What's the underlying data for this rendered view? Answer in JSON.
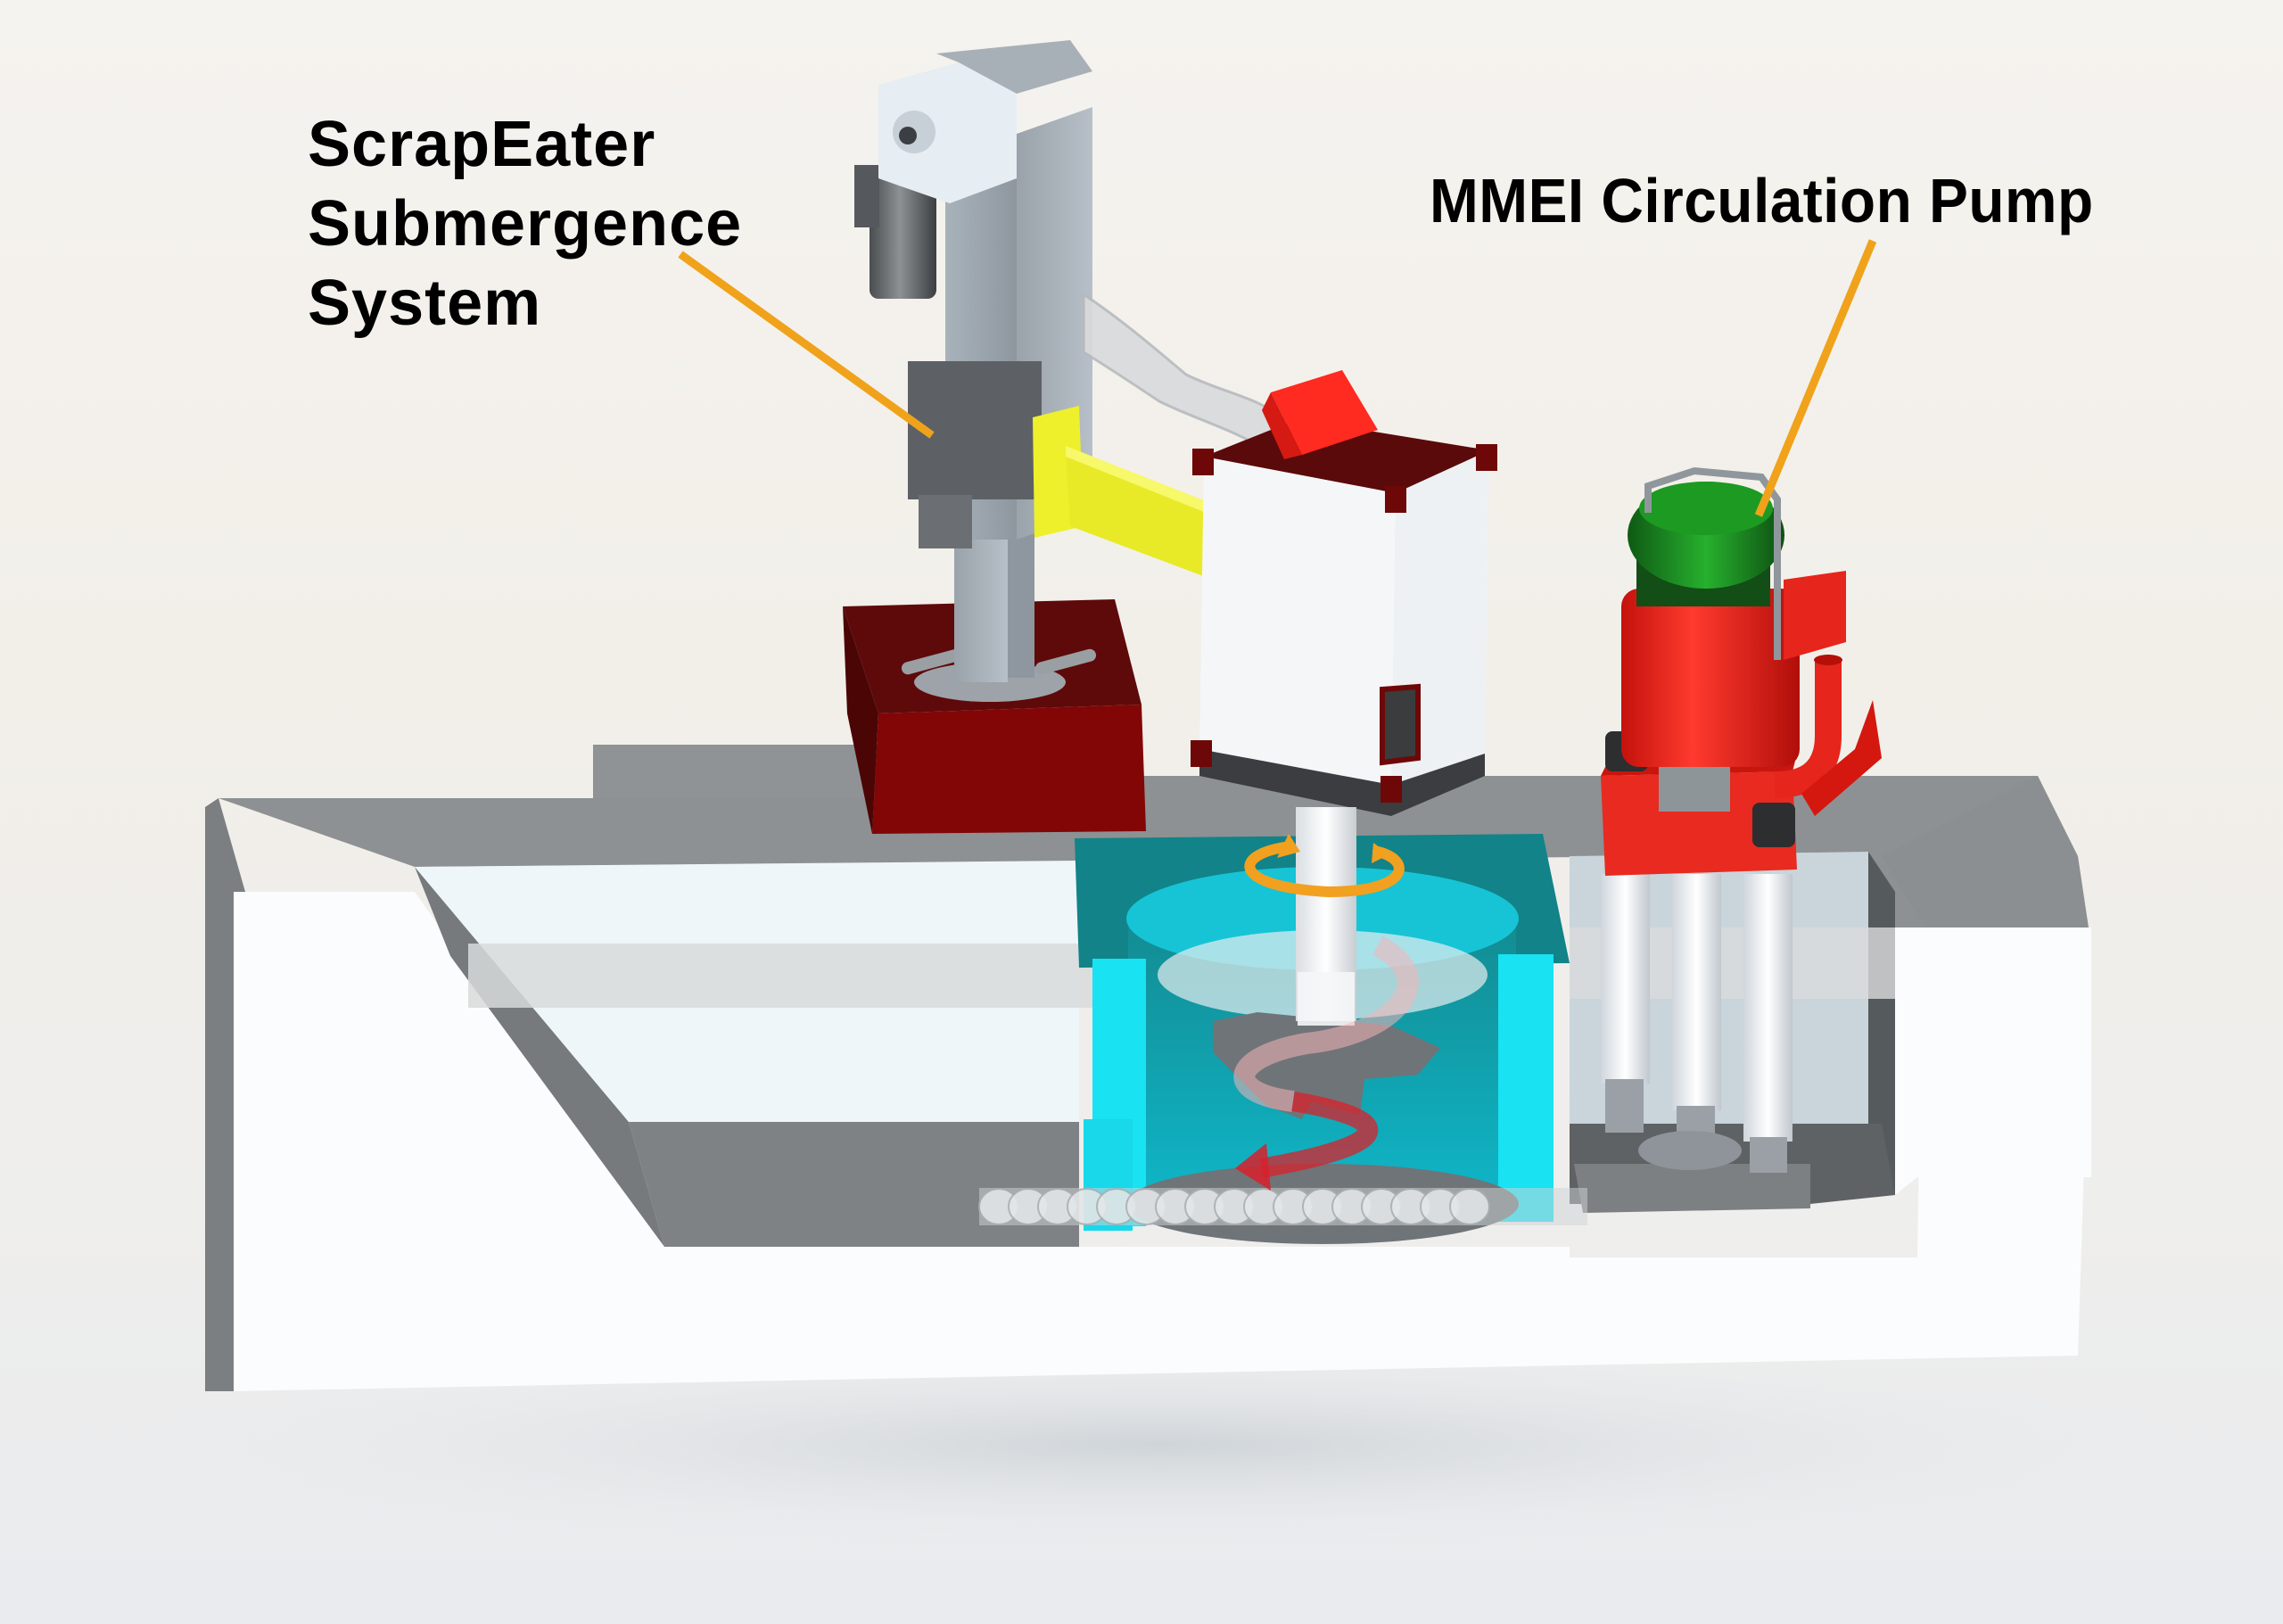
{
  "diagram": {
    "title": "ScrapEater Submergence System and MMEI Circulation Pump installation",
    "callouts": [
      {
        "id": "scrapeater",
        "lines": [
          "ScrapEater",
          "Submergence",
          "System"
        ],
        "leader_color": "#f0a21b"
      },
      {
        "id": "pump",
        "text": "MMEI Circulation Pump",
        "leader_color": "#f0a21b"
      }
    ],
    "components": {
      "column": "Vertical lift column with gear motor",
      "gear_motor": "Gear motor",
      "base": "Rotating base (dark red)",
      "arm": "Yellow support arm",
      "chute": "Transparent feed chute",
      "housing": "White submergence housing with red lid",
      "shaft": "Rotating shaft",
      "vortex_well": "Cyan vortex well",
      "impeller": "Impeller",
      "rotation_arrow": "Orange rotation arrow",
      "flow_arrow": "Red downward spiral flow arrow",
      "scrap_stream": "Scrap feed stream",
      "pump_motor": "Green pump motor",
      "pump_guard": "Red pump guard with discharge elbow",
      "pump_columns": "Pump support columns",
      "pump_pit": "Pump well",
      "furnace_bath": "Refractory bath / well structure",
      "melt_level": "Molten metal level band"
    },
    "colors": {
      "leader": "#f0a21b",
      "refractory_gray": "#8e9294",
      "refractory_white": "#fbfcfc",
      "well_cyan": "#16d4e6",
      "well_dark": "#148a8f",
      "base_red": "#7f0a0a",
      "arm_yellow": "#f0f030",
      "pump_red": "#ee2a20",
      "motor_green": "#1e8a24",
      "rotation_orange": "#f2a020",
      "flow_red": "#d8202a"
    }
  }
}
